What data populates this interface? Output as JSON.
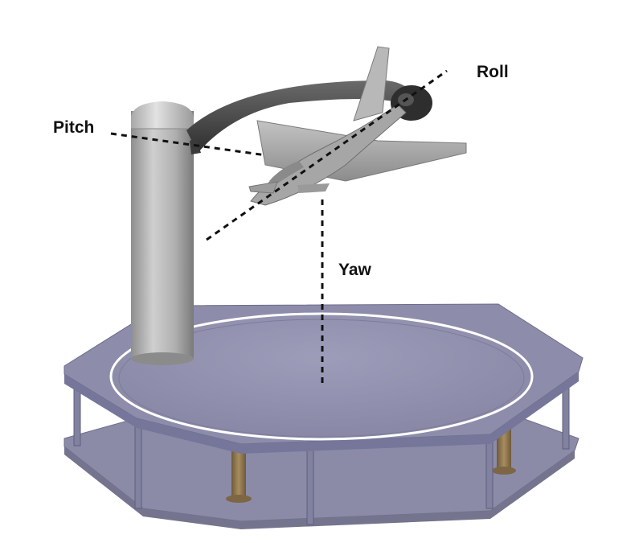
{
  "labels": {
    "roll": "Roll",
    "pitch": "Pitch",
    "yaw": "Yaw"
  },
  "colors": {
    "platform_top": "#8d8dab",
    "platform_side": "#7b7b99",
    "platform_lower": "#8a8aa6",
    "turntable": "#9393b0",
    "ring": "#ffffff",
    "column": "#b4b4b4",
    "arm": "#4a4a4a",
    "aircraft": "#a9a9a9",
    "legs": "#8f7650",
    "axis_line": "#111111",
    "label_text": "#111111"
  }
}
